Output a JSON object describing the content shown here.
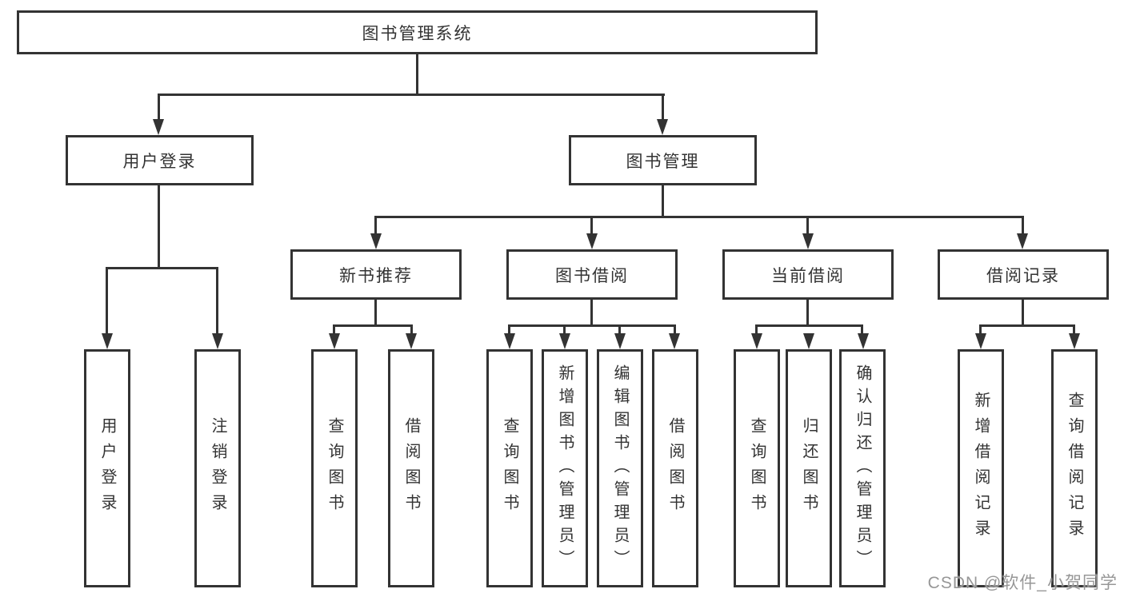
{
  "nodes": {
    "root": "图书管理系统",
    "login": "用户登录",
    "mgmt": "图书管理",
    "recommend": "新书推荐",
    "borrow": "图书借阅",
    "current": "当前借阅",
    "records": "借阅记录",
    "leaf_user_login": "用户登录",
    "leaf_logout": "注销登录",
    "rec_query_book": "查询图书",
    "rec_borrow_book": "借阅图书",
    "bor_query_book": "查询图书",
    "bor_add_book": "新增图书（管理员）",
    "bor_edit_book": "编辑图书（管理员）",
    "bor_borrow_book": "借阅图书",
    "cur_query_book": "查询图书",
    "cur_return_book": "归还图书",
    "cur_confirm_return": "确认归还（管理员）",
    "recd_add_record": "新增借阅记录",
    "recd_query_record": "查询借阅记录"
  },
  "hierarchy": {
    "图书管理系统": {
      "用户登录": [
        "用户登录",
        "注销登录"
      ],
      "图书管理": {
        "新书推荐": [
          "查询图书",
          "借阅图书"
        ],
        "图书借阅": [
          "查询图书",
          "新增图书（管理员）",
          "编辑图书（管理员）",
          "借阅图书"
        ],
        "当前借阅": [
          "查询图书",
          "归还图书",
          "确认归还（管理员）"
        ],
        "借阅记录": [
          "新增借阅记录",
          "查询借阅记录"
        ]
      }
    }
  },
  "watermark": "CSDN @软件_小贺同学",
  "colors": {
    "line": "#333333",
    "box_border": "#333333",
    "box_bg": "#ffffff",
    "text": "#333333",
    "watermark": "#919191"
  }
}
